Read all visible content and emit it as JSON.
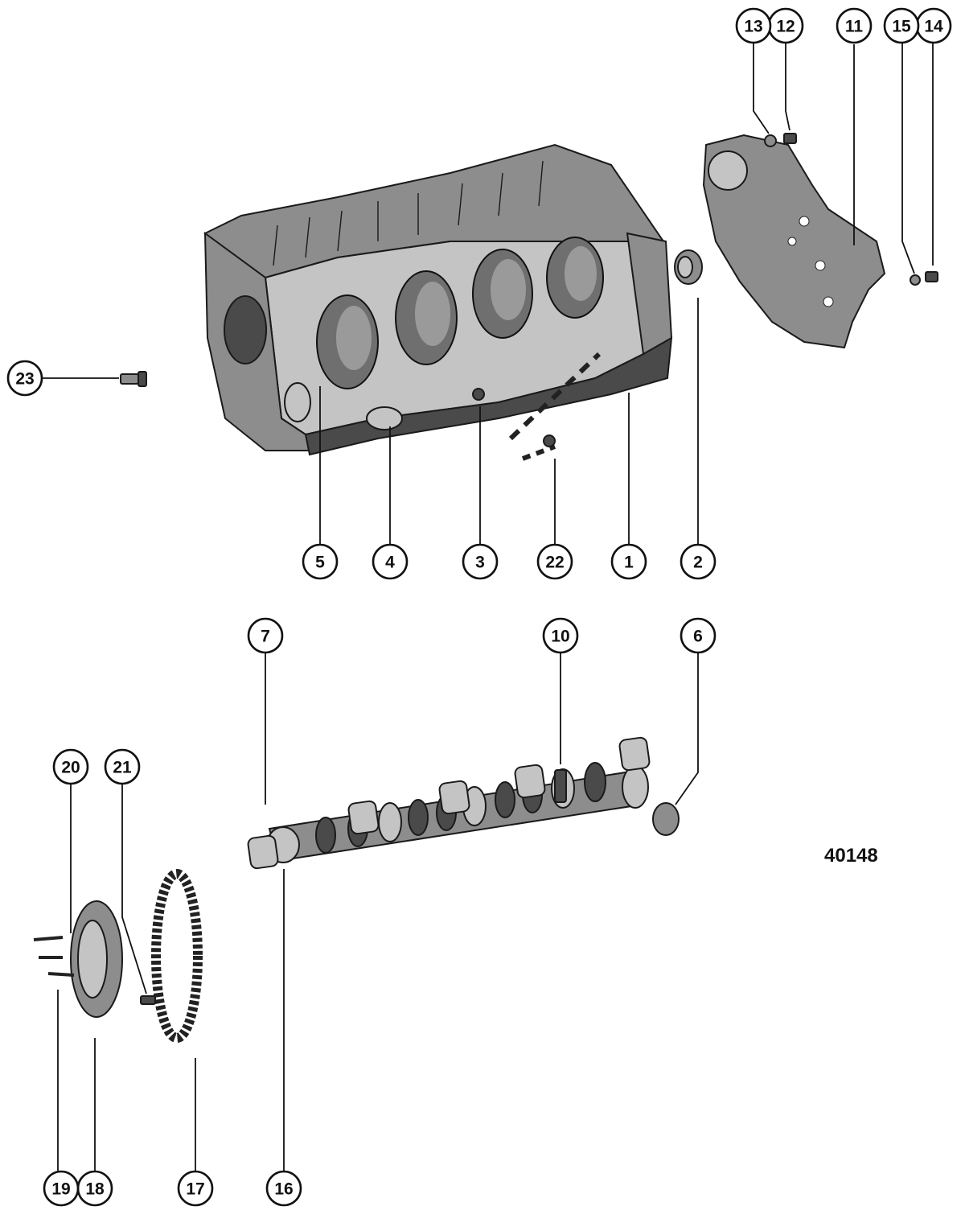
{
  "figure_number": "40148",
  "callouts": [
    {
      "id": "1",
      "label": "1"
    },
    {
      "id": "2",
      "label": "2"
    },
    {
      "id": "3",
      "label": "3"
    },
    {
      "id": "4",
      "label": "4"
    },
    {
      "id": "5",
      "label": "5"
    },
    {
      "id": "6",
      "label": "6"
    },
    {
      "id": "7",
      "label": "7"
    },
    {
      "id": "10",
      "label": "10"
    },
    {
      "id": "11",
      "label": "11"
    },
    {
      "id": "12",
      "label": "12"
    },
    {
      "id": "13",
      "label": "13"
    },
    {
      "id": "14",
      "label": "14"
    },
    {
      "id": "15",
      "label": "15"
    },
    {
      "id": "16",
      "label": "16"
    },
    {
      "id": "17",
      "label": "17"
    },
    {
      "id": "18",
      "label": "18"
    },
    {
      "id": "19",
      "label": "19"
    },
    {
      "id": "20",
      "label": "20"
    },
    {
      "id": "21",
      "label": "21"
    },
    {
      "id": "22",
      "label": "22"
    },
    {
      "id": "23",
      "label": "23"
    }
  ]
}
